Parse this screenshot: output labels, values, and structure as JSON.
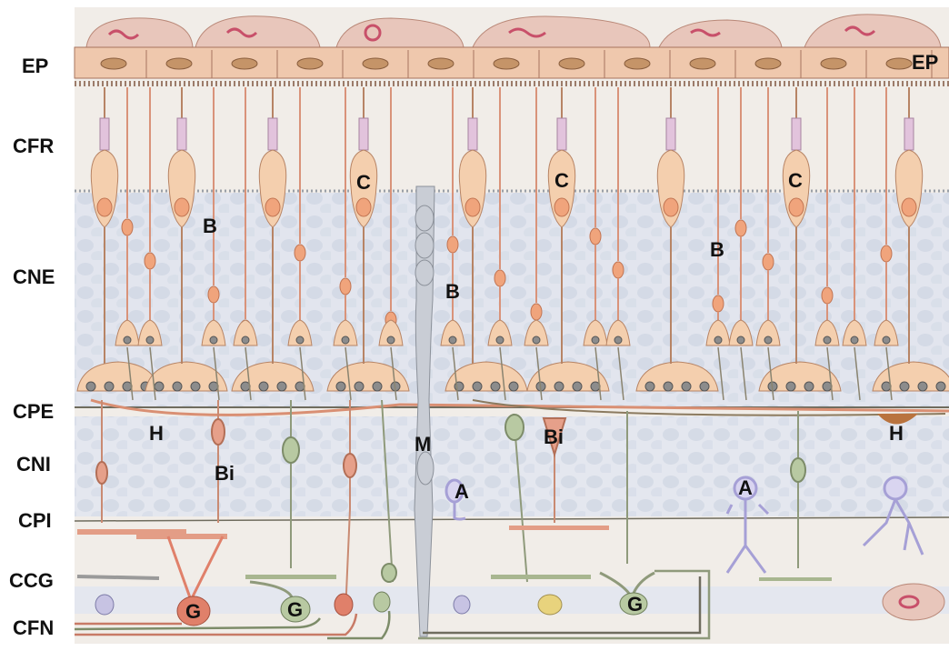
{
  "layers": {
    "ep": "EP",
    "cfr": "CFR",
    "cne": "CNE",
    "cpe": "CPE",
    "cni": "CNI",
    "cpi": "CPI",
    "ccg": "CCG",
    "cfn": "CFN"
  },
  "cell_labels": {
    "ep_right": "EP",
    "c1": "C",
    "c2": "C",
    "c3": "C",
    "b1": "B",
    "b2": "B",
    "b3": "B",
    "h1": "H",
    "h2": "H",
    "bi1": "Bi",
    "bi2": "Bi",
    "m": "M",
    "a1": "A",
    "a2": "A",
    "g1": "G",
    "g2": "G",
    "g3": "G"
  },
  "colors": {
    "background": "#f2eeea",
    "band": "#dfe3ec",
    "epithelium": "#e8c4b8",
    "photoreceptor": "#f4cfae",
    "photoreceptor_stroke": "#b78465",
    "horizontal": "#e7a98a",
    "bipolar": "#e6a08a",
    "muller": "#c7ccd6",
    "amacrine": "#cfc9ea",
    "ganglion_green": "#b8c9a2",
    "ganglion_red": "#e0806a",
    "axon": "#8a8470"
  }
}
